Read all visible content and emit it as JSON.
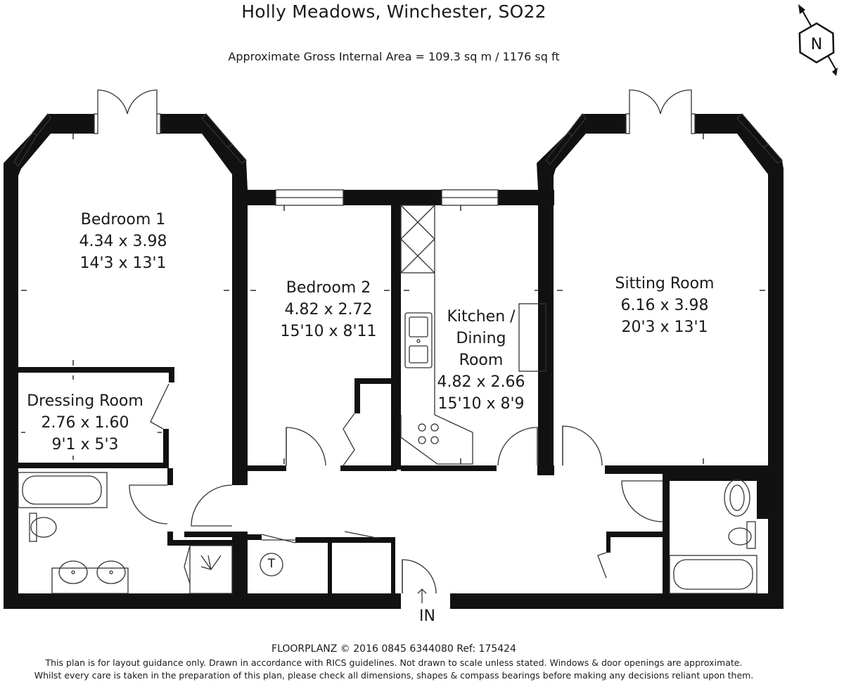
{
  "header": {
    "title": "Holly Meadows, Winchester, SO22",
    "area": "Approximate Gross Internal Area = 109.3 sq m / 1176 sq ft"
  },
  "compass": {
    "letter": "N",
    "icon": "north-arrow-icon"
  },
  "rooms": {
    "bedroom1": {
      "name": "Bedroom 1",
      "metric": "4.34 x 3.98",
      "imperial": "14'3 x 13'1"
    },
    "bedroom2": {
      "name": "Bedroom 2",
      "metric": "4.82 x 2.72",
      "imperial": "15'10 x 8'11"
    },
    "kitchen": {
      "name_line1": "Kitchen /",
      "name_line2": "Dining",
      "name_line3": "Room",
      "metric": "4.82 x 2.66",
      "imperial": "15'10 x 8'9"
    },
    "sitting": {
      "name": "Sitting Room",
      "metric": "6.16 x 3.98",
      "imperial": "20'3 x 13'1"
    },
    "dressing": {
      "name": "Dressing Room",
      "metric": "2.76 x 1.60",
      "imperial": "9'1 x 5'3"
    }
  },
  "entrance_label": "IN",
  "tank_label": "T",
  "footer": {
    "ref": "FLOORPLANZ © 2016   0845 6344080   Ref: 175424",
    "disclaimer1": "This plan is for layout guidance only. Drawn in accordance with RICS guidelines. Not drawn to scale unless stated. Windows & door openings are approximate.",
    "disclaimer2": "Whilst every care is taken in the preparation of this plan, please check all dimensions, shapes & compass bearings before making any decisions reliant upon them."
  },
  "colors": {
    "wall": "#111111",
    "line": "#333333",
    "background": "#ffffff"
  }
}
